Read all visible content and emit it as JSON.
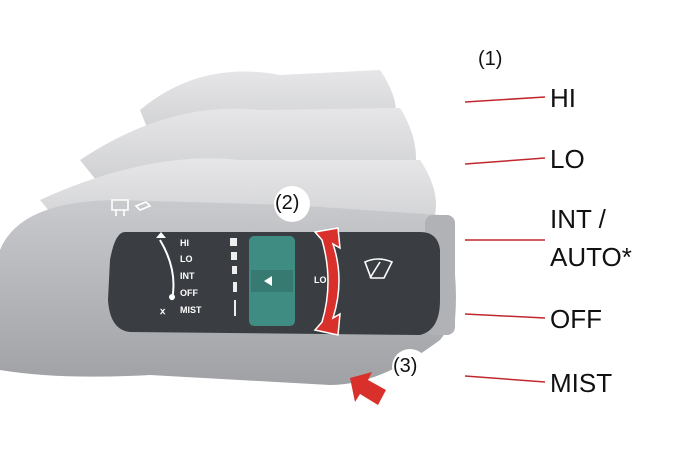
{
  "callouts": {
    "c1": "(1)",
    "c2": "(2)",
    "c3": "(3)"
  },
  "positions": [
    "HI",
    "LO",
    "INT /",
    "AUTO*",
    "OFF",
    "MIST"
  ],
  "stalk_labels": [
    "HI",
    "LO",
    "INT",
    "OFF",
    "MIST"
  ],
  "partial_label": "LO",
  "colors": {
    "lines": "#c0282d",
    "arrow": "#d9302c",
    "knob": "#3f8c82",
    "stalk": "#5b5e63"
  }
}
